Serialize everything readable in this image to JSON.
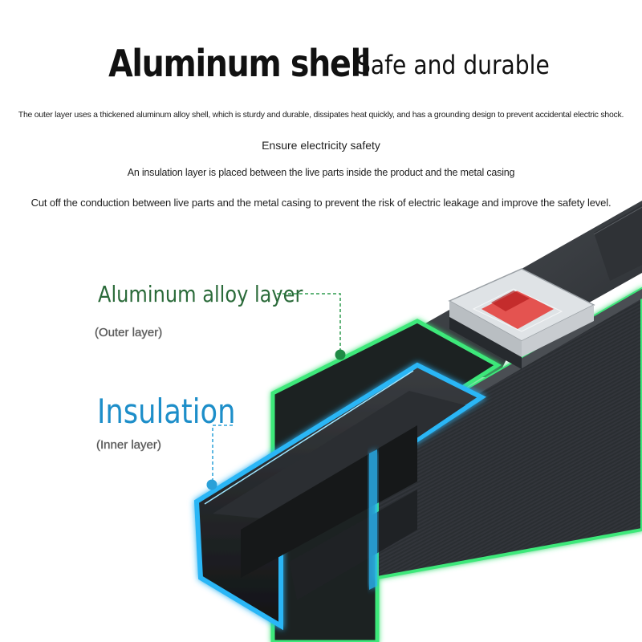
{
  "headline": {
    "main": "Aluminum shell",
    "secondary": "Safe and durable"
  },
  "description": {
    "line1": "The outer layer uses a thickened aluminum alloy shell, which is sturdy and durable, dissipates heat quickly, and has a grounding design to prevent accidental electric shock.",
    "line2": "Ensure electricity safety",
    "line3": "An insulation layer is placed between the live parts inside the product and the metal casing",
    "line4": "Cut off the conduction between live parts and the metal casing to prevent the risk of electric leakage and improve the safety level."
  },
  "callouts": {
    "outer": {
      "title": "Aluminum alloy layer",
      "subtitle": "(Outer layer)",
      "color": "#2b6b3a"
    },
    "inner": {
      "title": "Insulation",
      "subtitle": "(Inner layer)",
      "color": "#1d8ec9"
    }
  },
  "colors": {
    "outer_glow": "#3ee87a",
    "inner_glow": "#29b6f6",
    "casing": "#2a2d31",
    "switch_red": "#e53935"
  }
}
